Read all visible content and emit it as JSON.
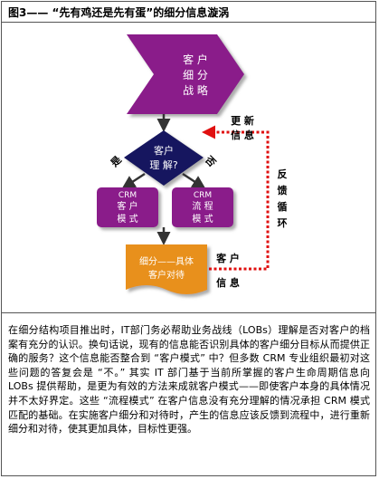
{
  "figure": {
    "title": "图3—— “先有鸡还是先有蛋”的细分信息漩涡"
  },
  "diagram": {
    "top_block": {
      "lines": [
        "客 户",
        "细 分",
        "战 略"
      ]
    },
    "diamond": {
      "lines": [
        "客户",
        "理 解?"
      ]
    },
    "yes_label": "是",
    "no_label": "否",
    "left_box": {
      "lines": [
        "CRM",
        "客 户",
        "模 式"
      ]
    },
    "right_box": {
      "lines": [
        "CRM",
        "流 程",
        "模 式"
      ]
    },
    "doc_box": {
      "lines": [
        "细分——具体",
        "客户对待"
      ]
    },
    "update_info": [
      "更 新",
      "信 息"
    ],
    "feedback_loop": [
      "反",
      "馈",
      "循",
      "环"
    ],
    "customer_info": [
      "客 户",
      "信 息"
    ],
    "colors": {
      "purple": "#8a1c8a",
      "navy": "#14145e",
      "orange": "#e8901a",
      "arrow_red": "#e01010",
      "arrow_dark": "#333333"
    }
  },
  "description": "在细分结构项目推出时，IT部门务必帮助业务战线（LOBs）理解是否对客户的档案有充分的认识。换句话说，现有的信息能否识别具体的客户细分目标从而提供正确的服务？这个信息能否整合到 “客户模式” 中？但多数 CRM 专业组织最初对这些问题的答复会是 “不。” 其实 IT 部门基于当前所掌握的客户生命周期信息向 LOBs 提供帮助，是更为有效的方法来成就客户模式——即使客户本身的具体情况并不太好界定。这些 “流程模式” 在客户信息没有充分理解的情况承担 CRM 模式匹配的基础。在实施客户细分和对待时，产生的信息应该反馈到流程中，进行重新细分和对待，使其更加具体，目标性更强。"
}
